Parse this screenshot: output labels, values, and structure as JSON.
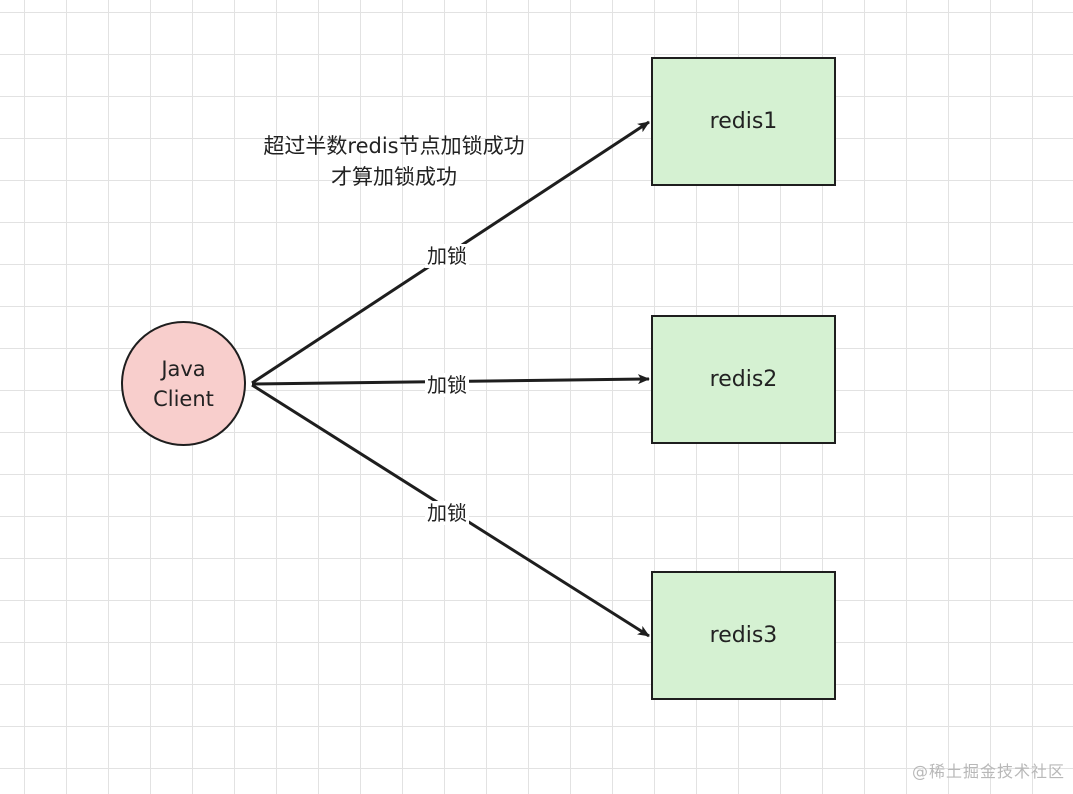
{
  "diagram": {
    "client_node": {
      "label": "Java\nClient",
      "fill": "#f8cecc"
    },
    "redis_nodes": [
      {
        "label": "redis1",
        "fill": "#d5f1d2"
      },
      {
        "label": "redis2",
        "fill": "#d5f1d2"
      },
      {
        "label": "redis3",
        "fill": "#d5f1d2"
      }
    ],
    "edge_labels": [
      "加锁",
      "加锁",
      "加锁"
    ],
    "note": {
      "line1": "超过半数redis节点加锁成功",
      "line2": "才算加锁成功"
    },
    "line_color": "#1e1e1e"
  },
  "watermark": "@稀土掘金技术社区"
}
